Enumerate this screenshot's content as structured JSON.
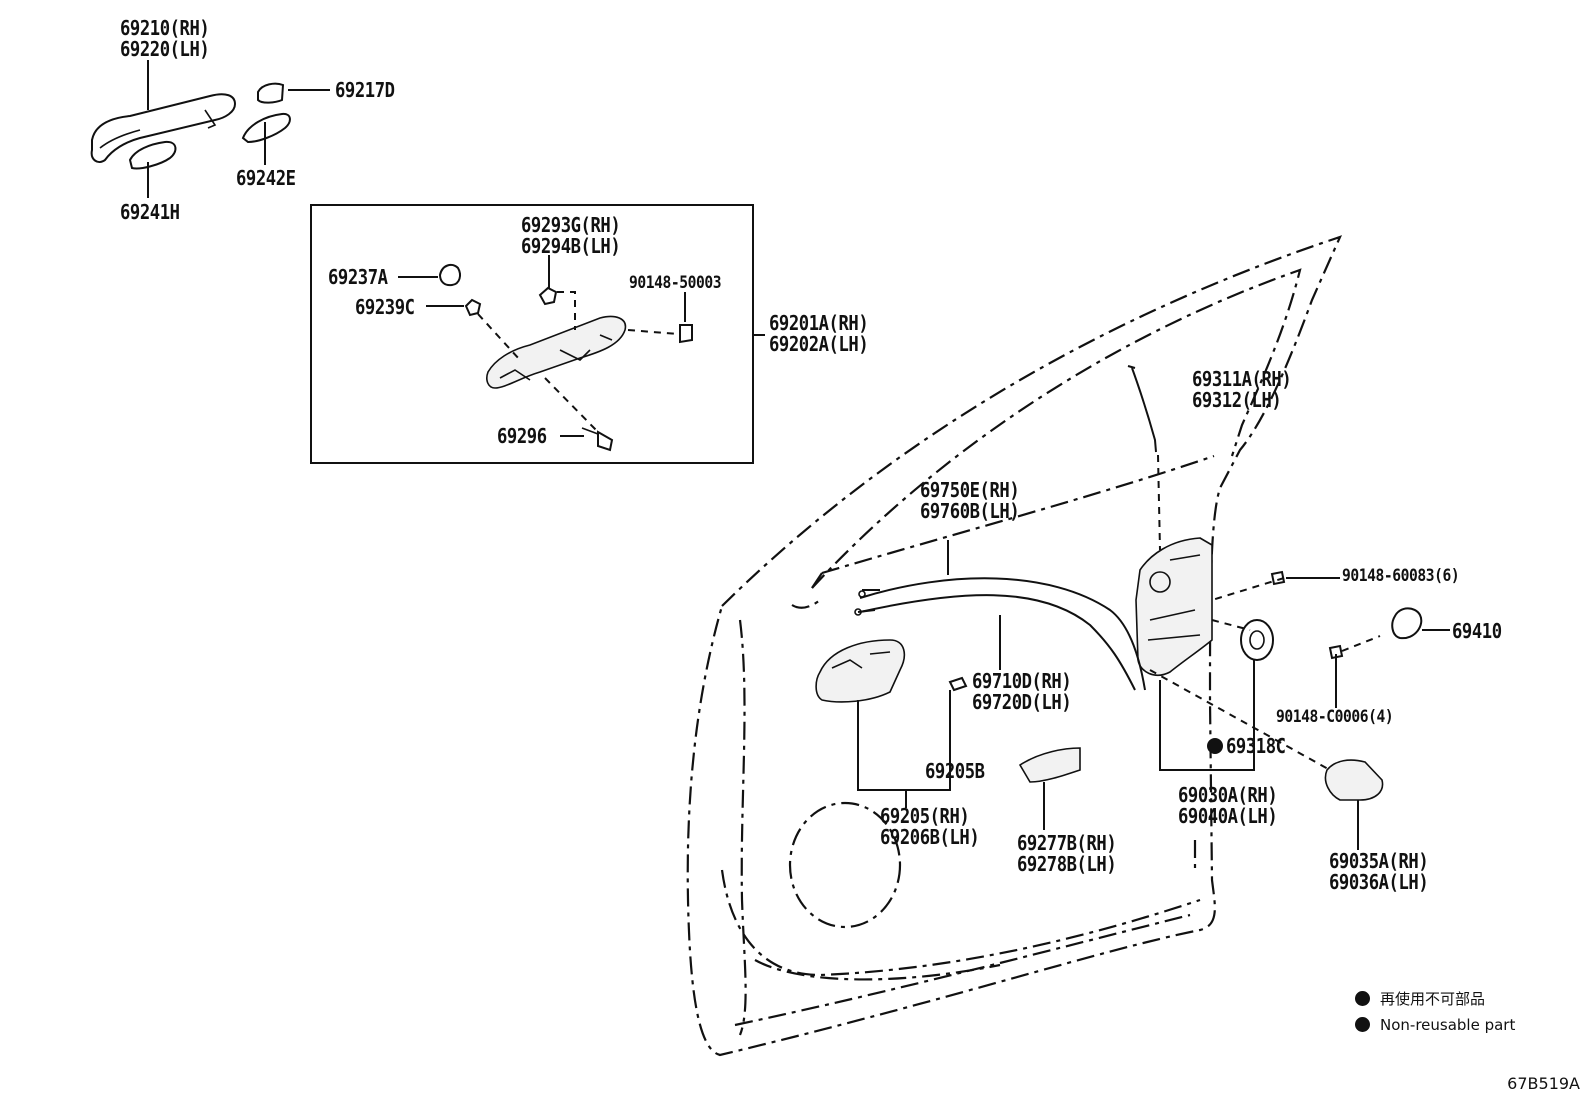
{
  "labels": {
    "l_69210": [
      "69210(RH)",
      "69220(LH)"
    ],
    "l_69217d": [
      "69217D"
    ],
    "l_69242e": [
      "69242E"
    ],
    "l_69241h": [
      "69241H"
    ],
    "l_69293g": [
      "69293G(RH)",
      "69294B(LH)"
    ],
    "l_69237a": [
      "69237A"
    ],
    "l_69239c": [
      "69239C"
    ],
    "l_90148_50003": [
      "90148-50003"
    ],
    "l_69201a": [
      "69201A(RH)",
      "69202A(LH)"
    ],
    "l_69296": [
      "69296"
    ],
    "l_69311a": [
      "69311A(RH)",
      "69312(LH)"
    ],
    "l_69750e": [
      "69750E(RH)",
      "69760B(LH)"
    ],
    "l_90148_60083": [
      "90148-60083(6)"
    ],
    "l_69410": [
      "69410"
    ],
    "l_69710d": [
      "69710D(RH)",
      "69720D(LH)"
    ],
    "l_90148_c0006": [
      "90148-C0006(4)"
    ],
    "l_69318c": [
      "69318C"
    ],
    "l_69205b": [
      "69205B"
    ],
    "l_69030a": [
      "69030A(RH)",
      "69040A(LH)"
    ],
    "l_69205": [
      "69205(RH)",
      "69206B(LH)"
    ],
    "l_69277b": [
      "69277B(RH)",
      "69278B(LH)"
    ],
    "l_69035a": [
      "69035A(RH)",
      "69036A(LH)"
    ]
  },
  "legend": {
    "jp": "再使用不可部品",
    "en": "Non-reusable part"
  },
  "drawing_code": "67B519A"
}
